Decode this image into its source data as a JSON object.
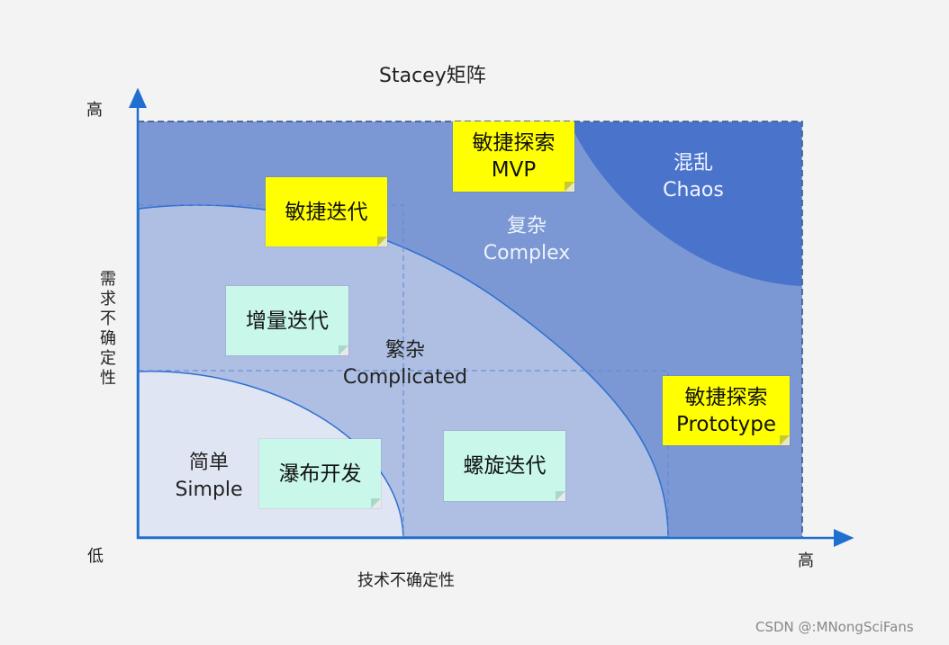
{
  "title": "Stacey矩阵",
  "axes": {
    "y_label": "需求不确定性",
    "y_high": "高",
    "x_label": "技术不确定性",
    "x_high": "高",
    "origin_low": "低"
  },
  "regions": {
    "chaos": {
      "cn": "混乱",
      "en": "Chaos"
    },
    "complex": {
      "cn": "复杂",
      "en": "Complex"
    },
    "complicated": {
      "cn": "繁杂",
      "en": "Complicated"
    },
    "simple": {
      "cn": "简单",
      "en": "Simple"
    }
  },
  "notes": {
    "mvp": {
      "line1": "敏捷探索",
      "line2": "MVP"
    },
    "agile_iter": {
      "line1": "敏捷迭代"
    },
    "incremental": {
      "line1": "增量迭代"
    },
    "waterfall": {
      "line1": "瀑布开发"
    },
    "spiral": {
      "line1": "螺旋迭代"
    },
    "prototype": {
      "line1": "敏捷探索",
      "line2": "Prototype"
    }
  },
  "colors": {
    "complex": "#7b98d4",
    "chaos": "#4a74cc",
    "complicated": "#aebfe3",
    "simple": "#dfe5f2",
    "axis": "#1f6fd0",
    "sticky_yellow": "#ffff00",
    "sticky_mint": "#c9f8ea"
  },
  "watermark": "CSDN @:MNongSciFans"
}
